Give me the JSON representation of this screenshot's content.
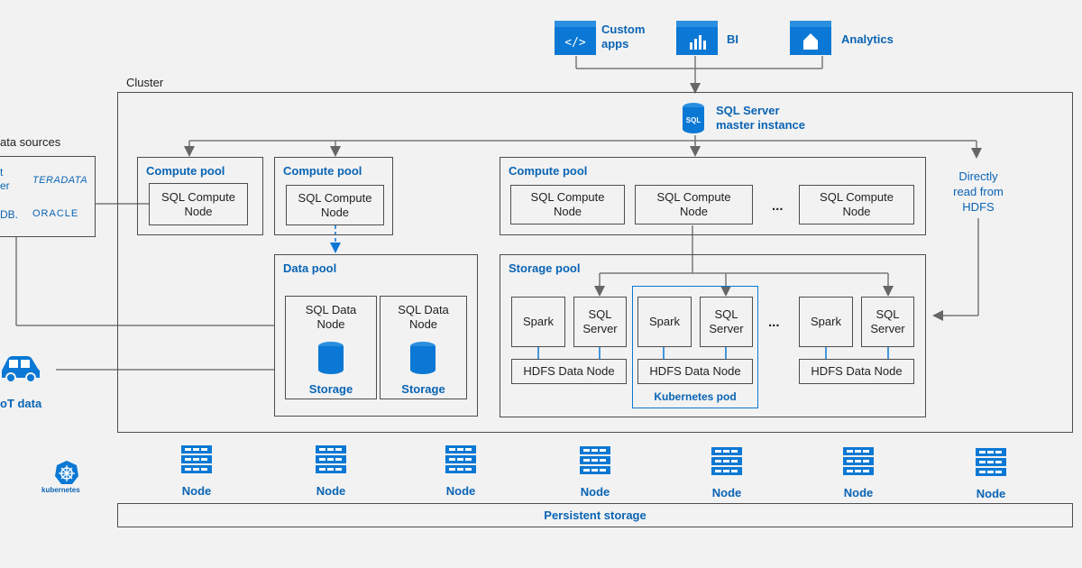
{
  "apps": {
    "custom_apps": "Custom\napps",
    "bi": "BI",
    "analytics": "Analytics"
  },
  "cluster_label": "Cluster",
  "master": "SQL Server\nmaster instance",
  "master_icon_text": "SQL",
  "data_sources": {
    "title": "ata sources",
    "teradata": "TERADATA",
    "oracle": "ORACLE",
    "frag1": "t",
    "frag2": "er",
    "frag3": "DB."
  },
  "iot_label": "oT data",
  "compute_pool_label": "Compute pool",
  "sql_compute_node": "SQL Compute\nNode",
  "data_pool": {
    "label": "Data pool",
    "node": "SQL Data\nNode",
    "storage": "Storage"
  },
  "directly": "Directly\nread from\nHDFS",
  "storage_pool": {
    "label": "Storage pool",
    "spark": "Spark",
    "sql_server": "SQL\nServer",
    "hdfs": "HDFS Data Node",
    "k8s_pod": "Kubernetes pod"
  },
  "ellipsis": "...",
  "bottom": {
    "kubernetes": "kubernetes",
    "node_label": "Node",
    "persistent": "Persistent storage"
  },
  "colors": {
    "accent": "#0a64b4",
    "icon_blue": "#0a78d4",
    "line": "#4d4d4d"
  }
}
